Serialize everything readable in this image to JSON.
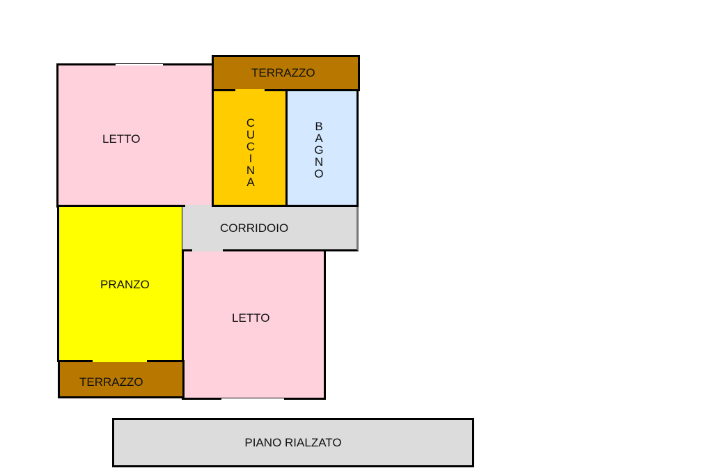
{
  "rooms": {
    "letto_top": {
      "label": "LETTO",
      "color": "#FFD1DC"
    },
    "terrazzo_top": {
      "label": "TERRAZZO",
      "color": "#B87800"
    },
    "cucina": {
      "label": "CUCINA",
      "color": "#FFCC00"
    },
    "bagno": {
      "label": "BAGNO",
      "color": "#D4E8FF"
    },
    "corridoio": {
      "label": "CORRIDOIO",
      "color": "#DCDCDC"
    },
    "pranzo": {
      "label": "PRANZO",
      "color": "#FFFF00"
    },
    "terrazzo_bottom": {
      "label": "TERRAZZO",
      "color": "#B87800"
    },
    "letto_bottom": {
      "label": "LETTO",
      "color": "#FFD1DC"
    }
  },
  "floor_label": "PIANO RIALZATO"
}
